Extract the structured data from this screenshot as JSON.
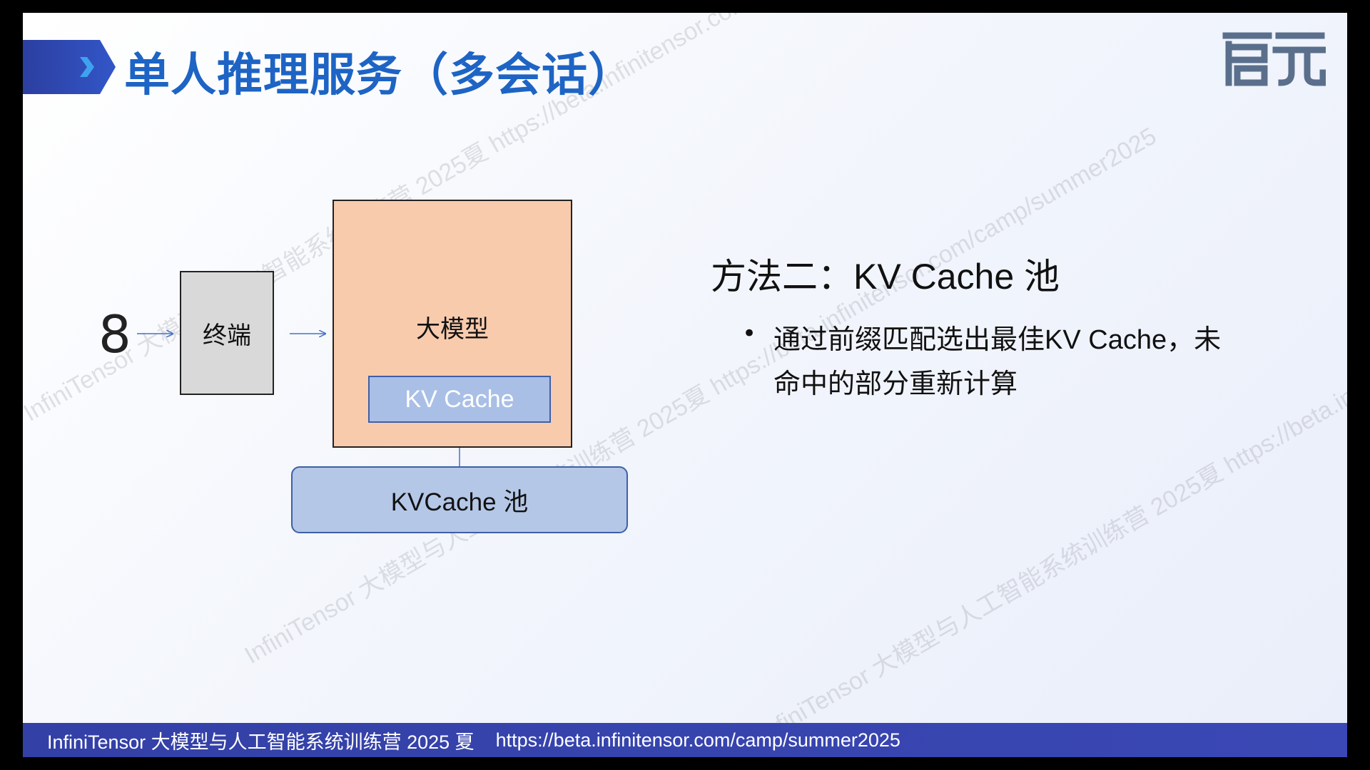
{
  "slide": {
    "title": "单人推理服务（多会话）",
    "logo_text": "启元"
  },
  "diagram": {
    "user_icon": "person-icon",
    "terminal_label": "终端",
    "model_label": "大模型",
    "kv_cache_label": "KV Cache",
    "pool_label": "KVCache 池"
  },
  "content": {
    "heading": "方法二：KV Cache 池",
    "bullet_symbol": "•",
    "bullets": [
      "通过前缀匹配选出最佳KV Cache，未命中的部分重新计算"
    ]
  },
  "watermarks": [
    "InfiniTensor 大模型与人工智能系统训练营 2025夏 https://beta.infinitensor.com/camp/summer2025",
    "InfiniTensor 大模型与人工智能系统训练营 2025夏 https://beta.infinitensor.com/camp/summer2025",
    "InfiniTensor 大模型与人工智能系统训练营 2025夏 https://beta.infinitensor.com/camp/summer2025"
  ],
  "footer": {
    "text": "InfiniTensor 大模型与人工智能系统训练营 2025 夏",
    "url": "https://beta.infinitensor.com/camp/summer2025"
  },
  "colors": {
    "title": "#1d64c4",
    "footer_bg": "#3340a6",
    "model_fill": "#f8cbad",
    "kv_fill": "#a9bfe6",
    "pool_fill": "#b4c7e7",
    "terminal_fill": "#d9d9d9",
    "arrow": "#4472c4"
  }
}
